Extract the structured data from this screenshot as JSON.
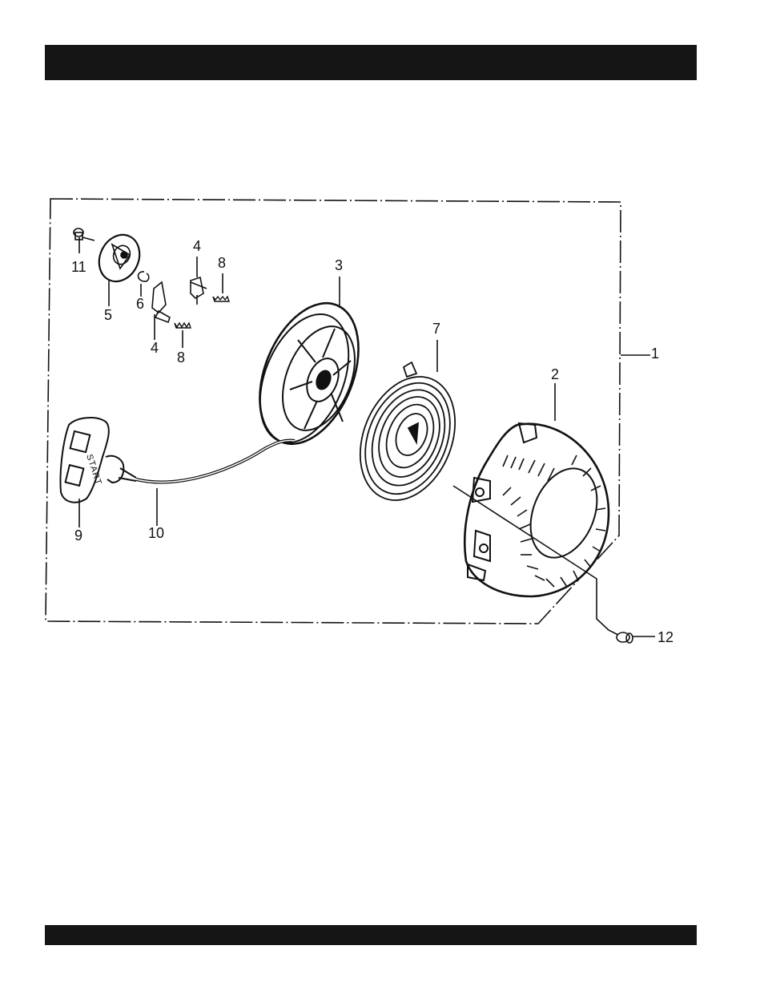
{
  "header_bar": {
    "color": "#151515"
  },
  "footer_bar": {
    "color": "#151515"
  },
  "diagram": {
    "handle_text": "START",
    "callouts": {
      "c1": "1",
      "c2": "2",
      "c3": "3",
      "c4a": "4",
      "c4b": "4",
      "c5": "5",
      "c6": "6",
      "c7": "7",
      "c8a": "8",
      "c8b": "8",
      "c9": "9",
      "c10": "10",
      "c11": "11",
      "c12": "12"
    }
  }
}
